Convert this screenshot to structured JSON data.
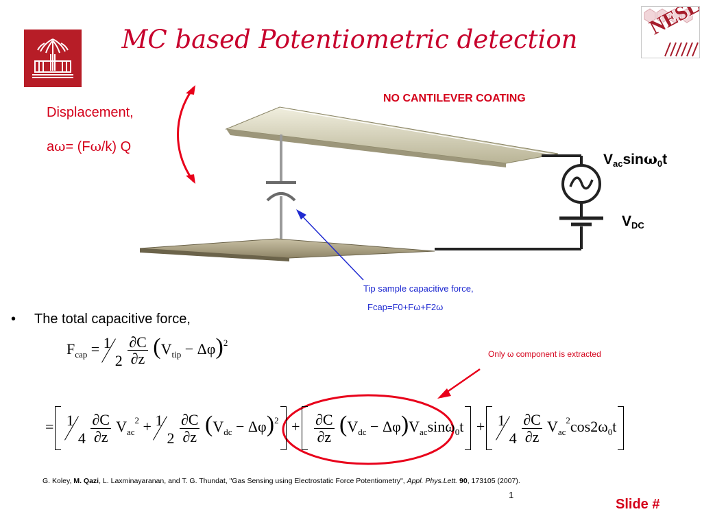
{
  "title": "MC based Potentiometric detection",
  "no_coating": "NO CANTILEVER COATING",
  "displacement": {
    "line1": "Displacement,",
    "a": "a",
    "omega": "ω",
    "rest": "= (F",
    "omega2": "ω",
    "tail": "/k) Q"
  },
  "vac": {
    "v": "V",
    "sub": "ac",
    "sin": "sin",
    "omega": "ω",
    "zero": "0",
    "t": "t"
  },
  "vdc": {
    "v": "V",
    "sub": "DC"
  },
  "tip_force": {
    "line1": "Tip sample capacitive force,",
    "line2": "Fcap=F0+Fω+F2ω"
  },
  "bullet": {
    "dot": "•",
    "text": "The total capacitive force,"
  },
  "only_note": "Only ω component is extracted",
  "eq1": {
    "F": "F",
    "cap": "cap",
    "eq": "=",
    "one": "1",
    "two": "2",
    "dC": "∂C",
    "dz": "∂z",
    "lp": "(",
    "V": "V",
    "tip": "tip",
    "minus": " − Δφ",
    "rp": ")",
    "sq": "2"
  },
  "eq2": {
    "eq": "=",
    "one": "1",
    "four": "4",
    "two": "2",
    "dC": "∂C",
    "dz": "∂z",
    "Vac2": "V",
    "ac": "ac",
    "sq": "2",
    "plus": "+",
    "lp": "(",
    "Vdc": "V",
    "dc": "dc",
    "minus": " − Δφ",
    "rp": ")",
    "Vac": "V",
    "sin": "sin",
    "w0t": "ω",
    "zero": "0",
    "t": "t",
    "cos": "cos2ω"
  },
  "citation": {
    "pre": "G. Koley, ",
    "bold_author": "M. Qazi",
    "mid": ", L. Laxminayaranan, and T. G. Thundat, \"Gas Sensing using Electrostatic Force Potentiometry\", ",
    "journal": "Appl. Phys.Lett.",
    "space": " ",
    "volume": "90",
    "tail": ", 173105 (2007)."
  },
  "page_number": "1",
  "slide_label": "Slide #",
  "logo_right_text": "NESL",
  "colors": {
    "title": "#c7002c",
    "accent_red": "#d4001a",
    "blue": "#1f2ad1",
    "logo_red": "#b71d27"
  }
}
